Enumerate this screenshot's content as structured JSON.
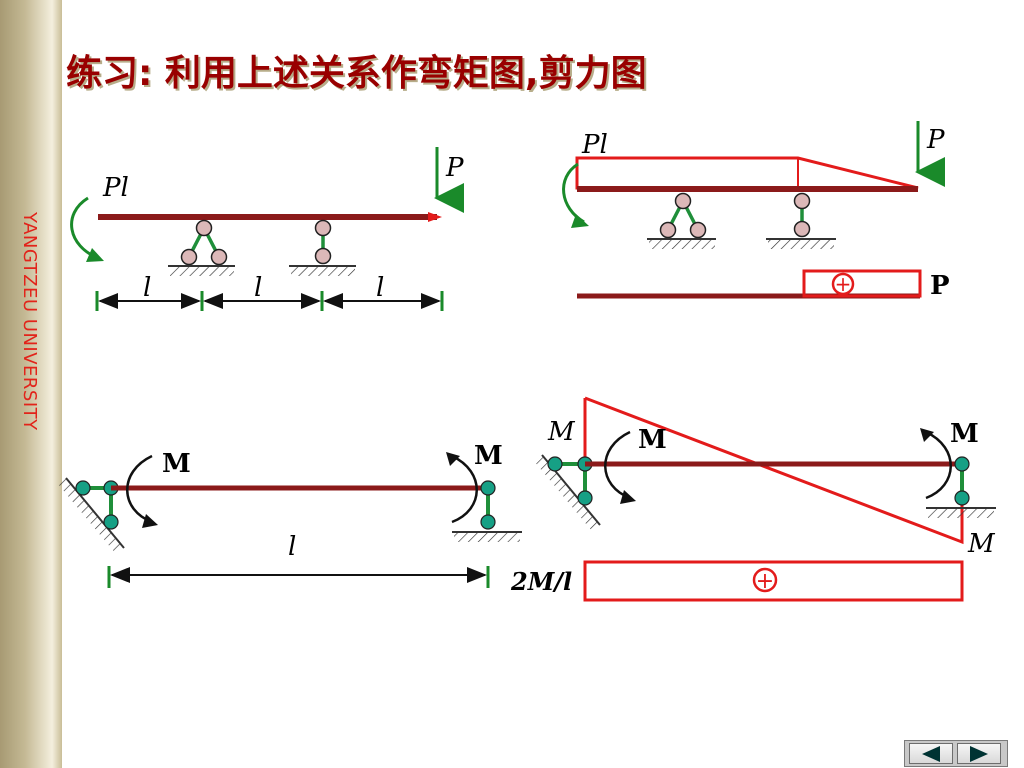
{
  "side_bar": {
    "text": "YANGTZEU UNIVERSITY"
  },
  "title": "练习: 利用上述关系作弯矩图,剪力图",
  "diagram1": {
    "moment_label": "Pl",
    "load_label": "P",
    "span_labels": [
      "l",
      "l",
      "l"
    ]
  },
  "diagram2": {
    "moment_label": "Pl",
    "load_label": "P",
    "shear_value_label": "P",
    "shear_sign": "+"
  },
  "diagram3": {
    "left_moment_label": "M",
    "right_moment_label": "M",
    "span_label": "l"
  },
  "diagram4": {
    "top_left_value_label": "M",
    "left_moment_label": "M",
    "right_moment_label": "M",
    "bottom_right_value_label": "M",
    "shear_value_label": "2M/l",
    "shear_sign": "+"
  },
  "colors": {
    "beam": "#8b1a1a",
    "diagram_outline": "#e31b1b",
    "support": "#1f8f3a",
    "roller": "#dcb8b8",
    "pin": "#16a085",
    "load_arrow": "#1a8a2a"
  },
  "nav": {
    "prev_icon": "prev-slide-icon",
    "next_icon": "next-slide-icon"
  }
}
